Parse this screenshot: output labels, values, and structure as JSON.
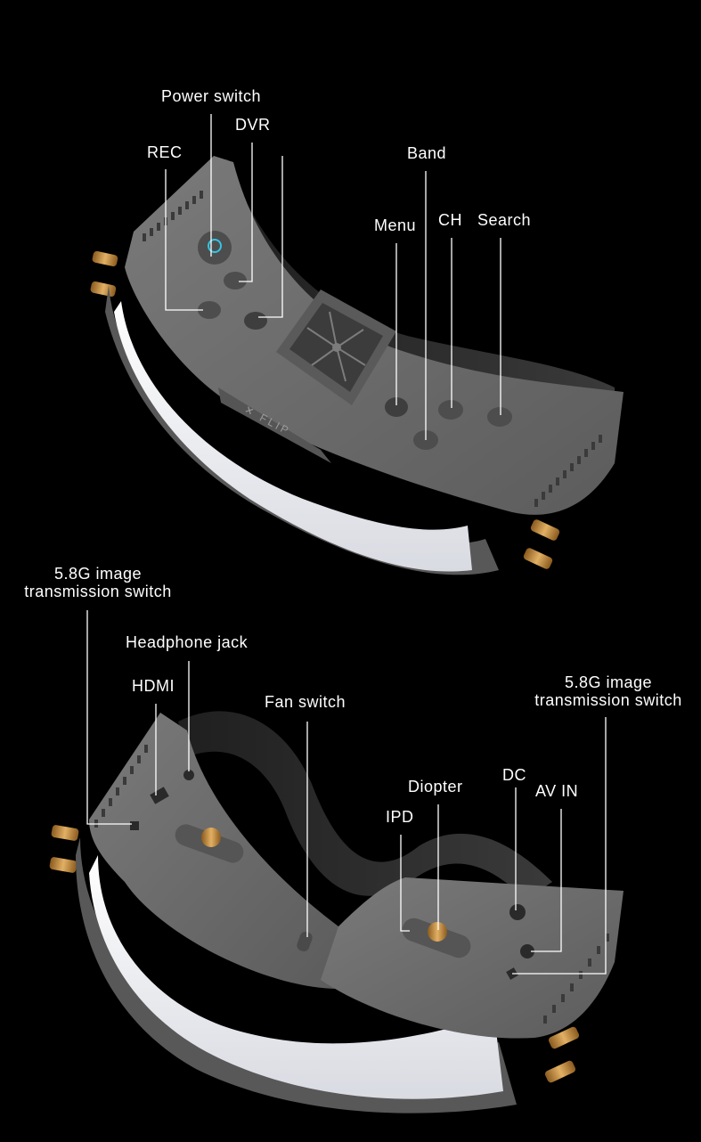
{
  "top_view": {
    "labels": {
      "power_switch": "Power switch",
      "dvr": "DVR",
      "rec": "REC",
      "band": "Band",
      "menu": "Menu",
      "ch": "CH",
      "search": "Search"
    },
    "logo_text": "FLIP"
  },
  "bottom_view": {
    "labels": {
      "image_switch_left_line1": "5.8G image",
      "image_switch_left_line2": "transmission switch",
      "headphone_jack": "Headphone jack",
      "hdmi": "HDMI",
      "fan_switch": "Fan switch",
      "image_switch_right_line1": "5.8G image",
      "image_switch_right_line2": "transmission switch",
      "diopter": "Diopter",
      "dc": "DC",
      "av_in": "AV IN",
      "ipd": "IPD"
    }
  },
  "colors": {
    "background": "#000000",
    "shell": "#6e6e6e",
    "shell_dark": "#4f4f4f",
    "lens_panel": "#f2f3f5",
    "foam": "#2e2e2e",
    "antenna": "#c9923f",
    "callout_line": "#ffffff"
  }
}
